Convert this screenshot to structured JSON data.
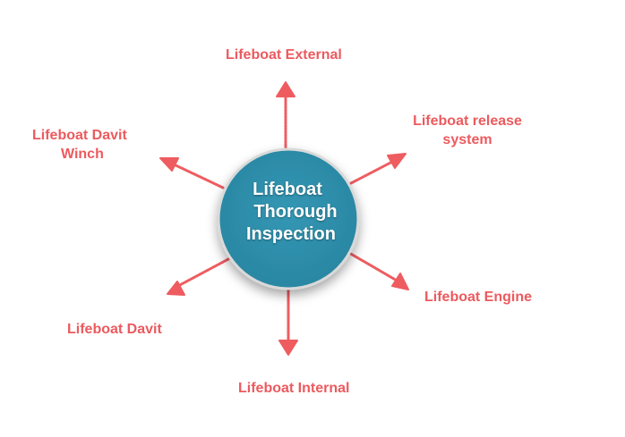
{
  "colors": {
    "arrow": "#ee5c60",
    "label": "#ec5a5e",
    "circle_fill": "#2f8eab",
    "circle_stroke": "#d9d9d9"
  },
  "center": {
    "line1": "Lifeboat",
    "line2": "Thorough",
    "line3": "Inspection"
  },
  "nodes": {
    "external": {
      "line1": "Lifeboat External"
    },
    "release": {
      "line1": "Lifeboat release",
      "line2": "system"
    },
    "davit_winch": {
      "line1": "Lifeboat Davit",
      "line2": "Winch"
    },
    "engine": {
      "line1": "Lifeboat Engine"
    },
    "davit": {
      "line1": "Lifeboat Davit"
    },
    "internal": {
      "line1": "Lifeboat Internal"
    }
  }
}
